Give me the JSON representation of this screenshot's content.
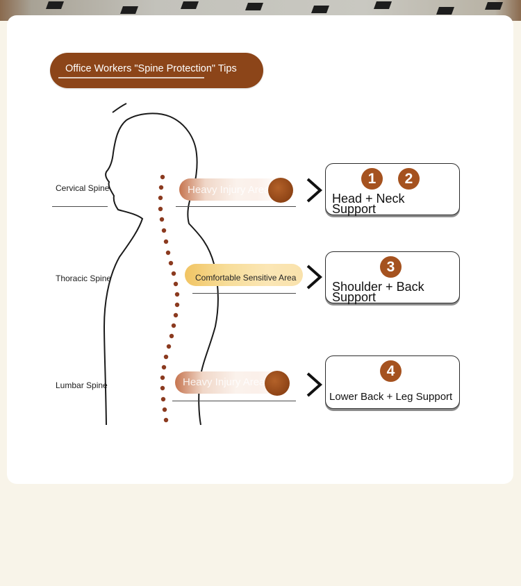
{
  "header": {
    "title": "Office Workers \"Spine Protection\" Tips"
  },
  "spine_regions": [
    {
      "label": "Cervical Spine",
      "area_text": "Heavy Injury Area",
      "support": {
        "numbers": [
          "1",
          "2"
        ],
        "title": "Head + Neck Support"
      }
    },
    {
      "label": "Thoracic Spine",
      "area_text": "Comfortable Sensitive Area",
      "support": {
        "numbers": [
          "3"
        ],
        "title": "Shoulder + Back Support"
      }
    },
    {
      "label": "Lumbar Spine",
      "area_text": "Heavy Injury Area",
      "support": {
        "numbers": [
          "4"
        ],
        "title": "Lower Back + Leg Support"
      }
    }
  ],
  "icons": {
    "arrow": "chevron-right-icon",
    "figure": "human-silhouette-icon"
  },
  "colors": {
    "page_background": "#f8f4e9",
    "accent_brown": "#8c4519",
    "number_badge": "#a5521f",
    "comfort_yellow": "#f3c871",
    "spine_dots": "#8b3a1f"
  }
}
